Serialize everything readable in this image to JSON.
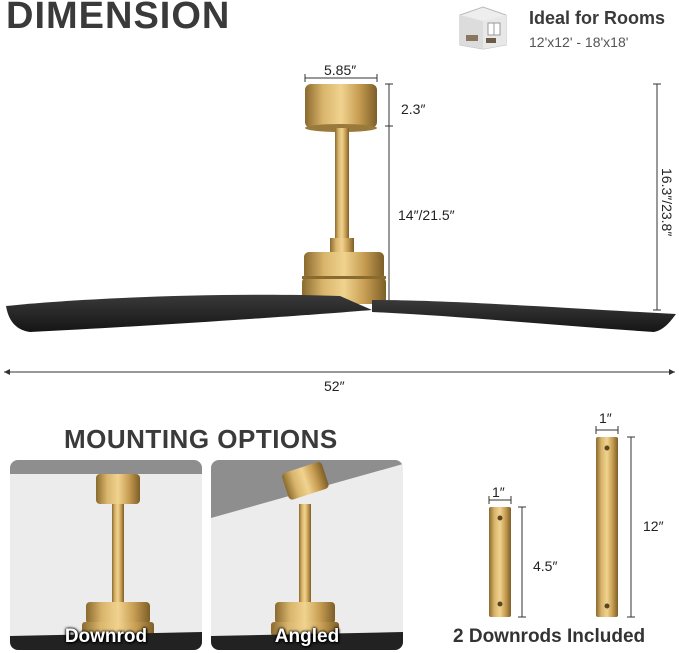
{
  "header": {
    "title": "DIMENSION",
    "room_badge": {
      "icon": "room-icon",
      "title": "Ideal for Rooms",
      "sizes": "12'x12' - 18'x18'"
    }
  },
  "dimensions": {
    "canopy_width": "5.85″",
    "canopy_height": "2.3″",
    "downrod_length": "14″/21.5″",
    "total_height": "16.3″/23.8″",
    "blade_span": "52″"
  },
  "mounting": {
    "title": "MOUNTING OPTIONS",
    "options": [
      {
        "label": "Downrod"
      },
      {
        "label": "Angled"
      }
    ]
  },
  "downrods": {
    "short": {
      "diameter": "1″",
      "length": "4.5″"
    },
    "long": {
      "diameter": "1″",
      "length": "12″"
    },
    "caption": "2 Downrods Included"
  },
  "colors": {
    "brass": "#c9a25a",
    "blade": "#2a2a2a",
    "heading": "#3a3a3a"
  }
}
